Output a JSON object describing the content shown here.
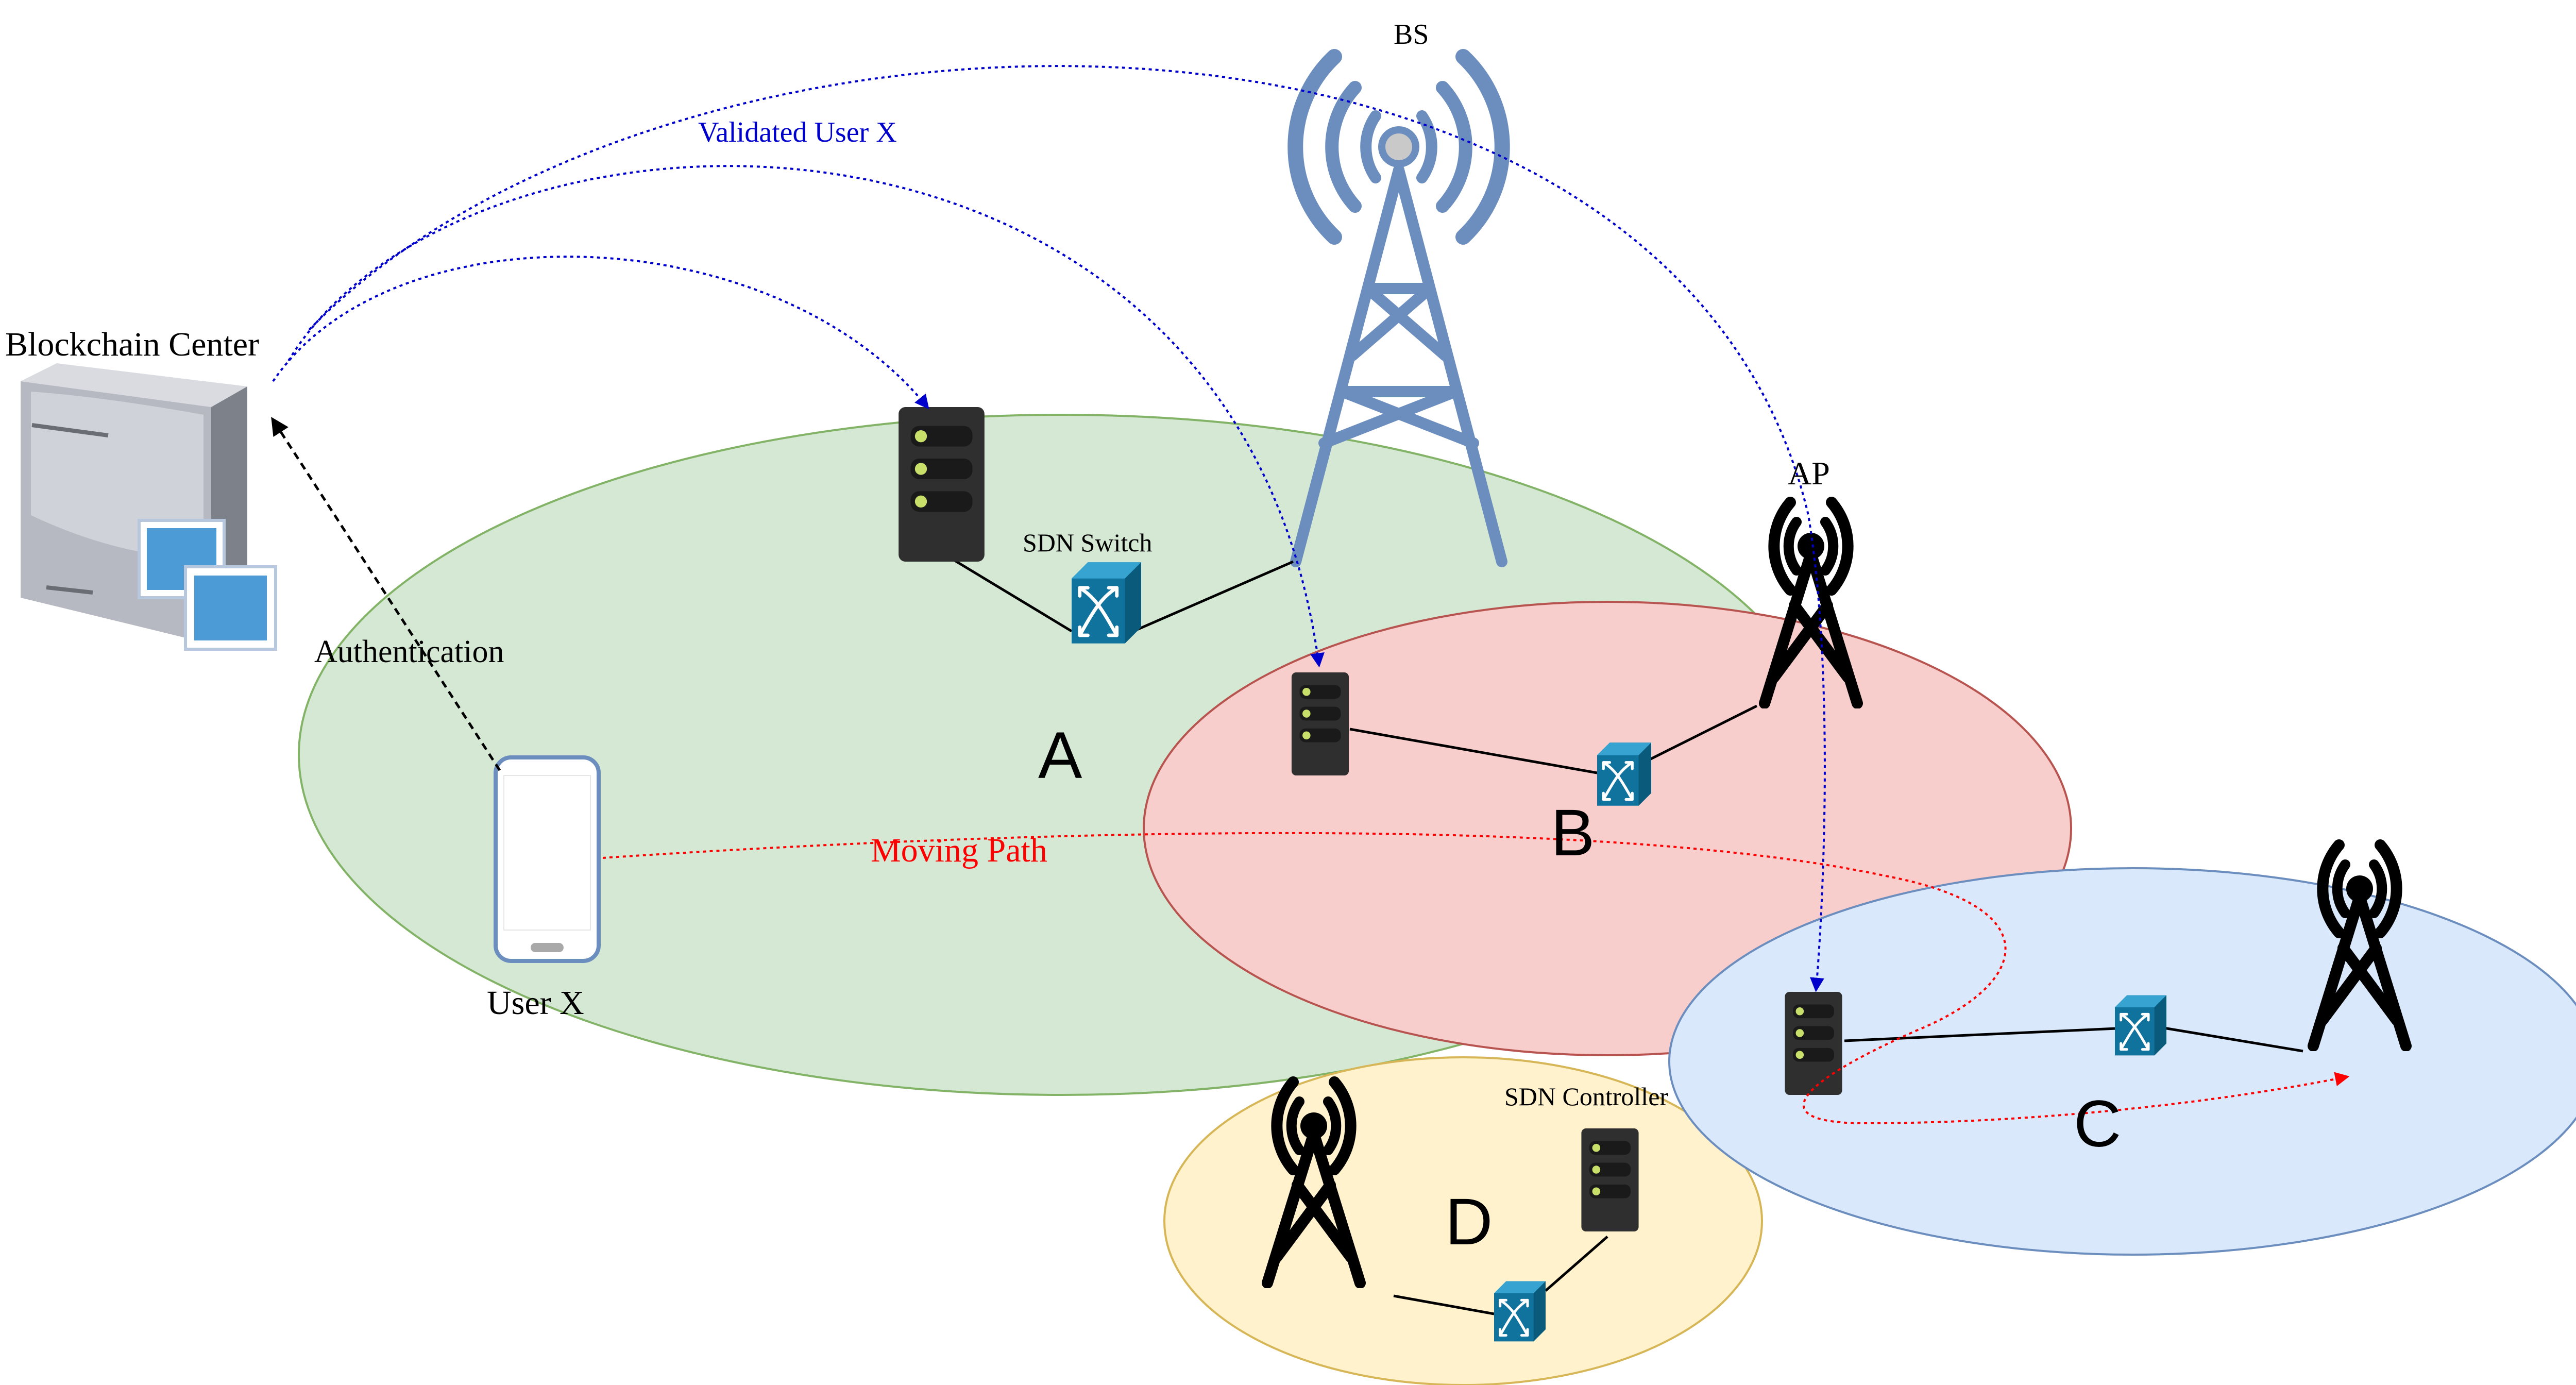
{
  "labels": {
    "blockchain_center": "Blockchain Center",
    "authentication": "Authentication",
    "validated_user": "Validated User X",
    "bs": "BS",
    "ap": "AP",
    "sdn_switch": "SDN Switch",
    "sdn_controller": "SDN Controller",
    "moving_path": "Moving Path",
    "user_x": "User X"
  },
  "zones": [
    {
      "id": "A",
      "label": "A",
      "color": "#d5e8d4",
      "stroke": "#82b366"
    },
    {
      "id": "B",
      "label": "B",
      "color": "#f8cecc",
      "stroke": "#b85450"
    },
    {
      "id": "C",
      "label": "C",
      "color": "#dae8fc",
      "stroke": "#6c8ebf"
    },
    {
      "id": "D",
      "label": "D",
      "color": "#fff2cc",
      "stroke": "#d6b656"
    }
  ],
  "colors": {
    "validated_link": "#0000cc",
    "moving_path": "#ff0000",
    "tower_blue": "#6c8ebf",
    "switch_blue": "#10739e",
    "server_dark": "#2f2f2f",
    "server_led": "#c8e06a"
  },
  "icons": {
    "blockchain_center": "server-computer-icon",
    "bs": "cell-tower-icon",
    "ap": "antenna-icon",
    "server": "server-rack-icon",
    "switch": "sdn-switch-icon",
    "phone": "smartphone-icon"
  }
}
